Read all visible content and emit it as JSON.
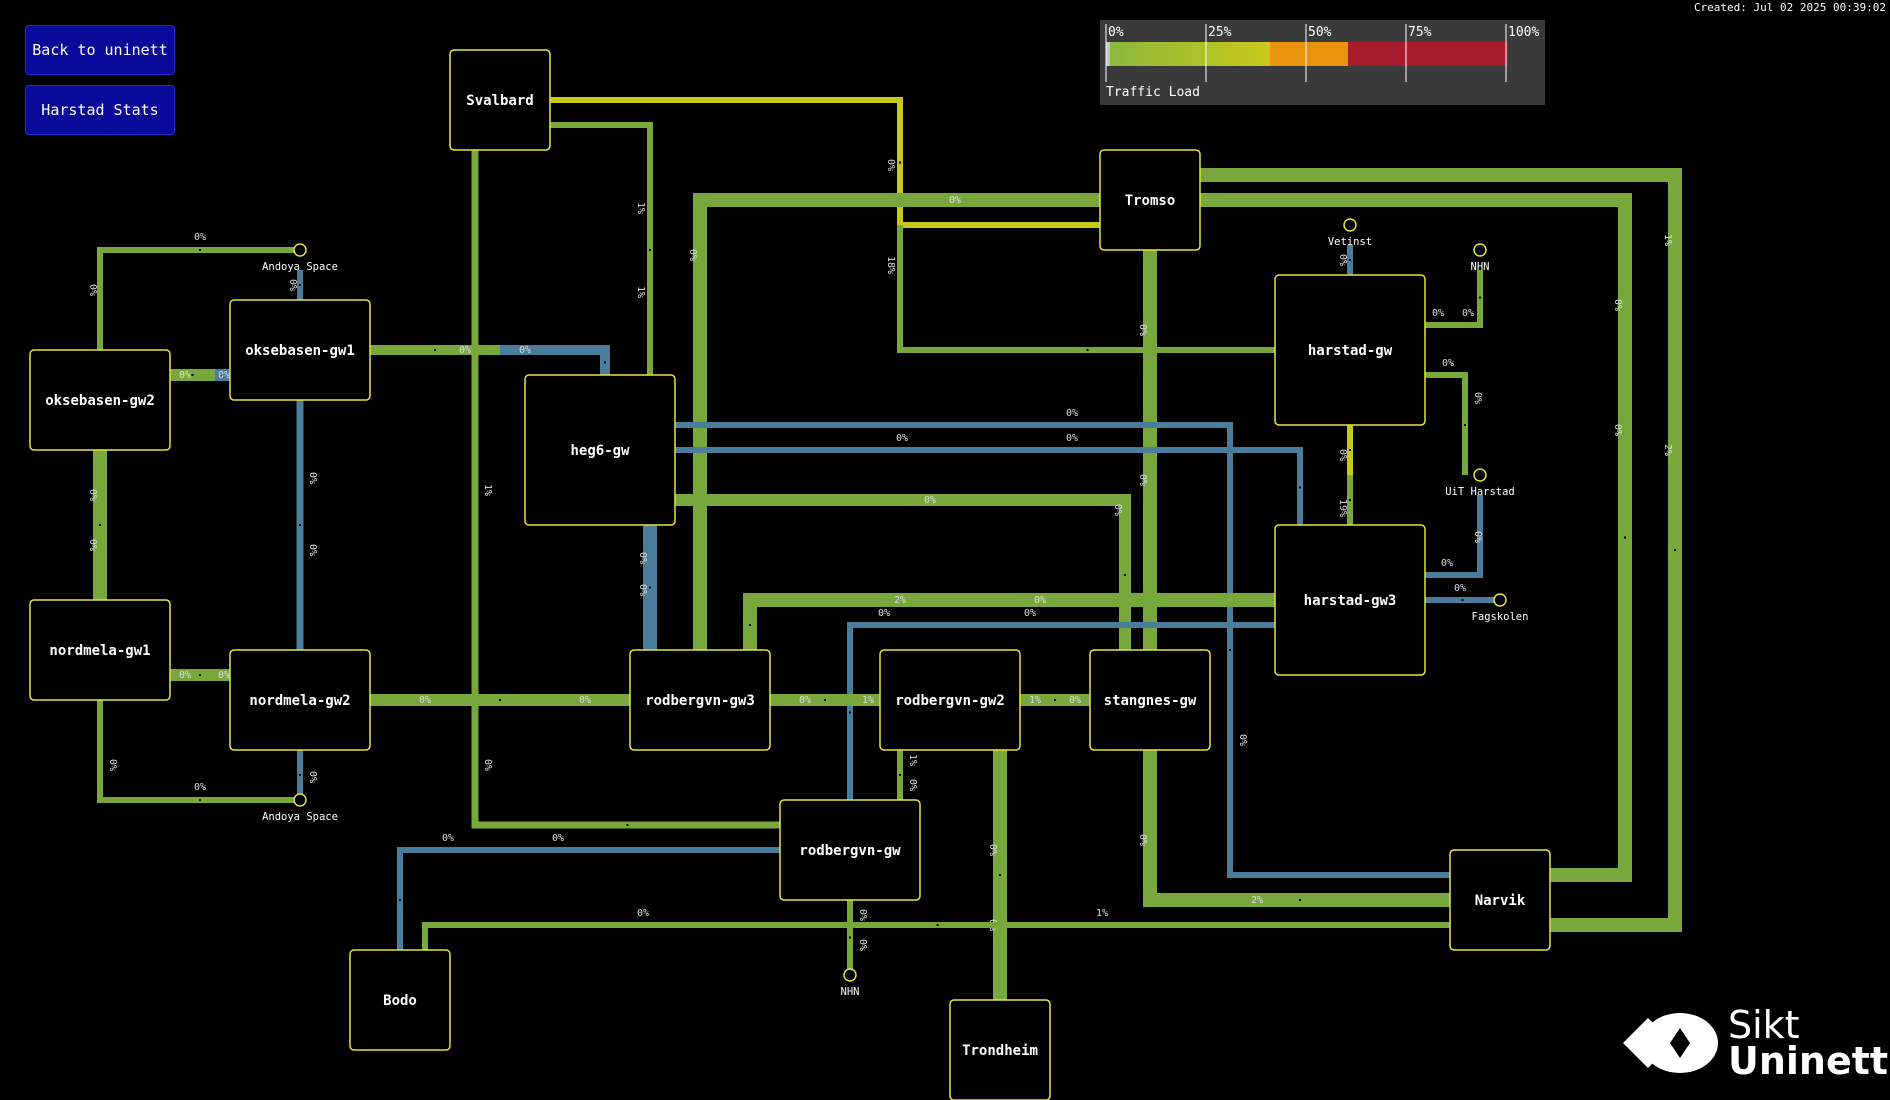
{
  "nav": {
    "back_label": "Back to uninett",
    "stats_label": "Harstad Stats"
  },
  "created": "Created: Jul 02 2025 00:39:02",
  "legend": {
    "ticks": [
      "0%",
      "25%",
      "50%",
      "75%",
      "100%"
    ],
    "title": "Traffic Load",
    "colors": [
      "#c7c7c7",
      "#8cb83c",
      "#c8c81a",
      "#e8940c",
      "#a81c2c"
    ]
  },
  "colors": {
    "green": "#78a83c",
    "blue": "#4a7d9c",
    "yellow": "#c8c818",
    "node_border": "#e4e43a"
  },
  "nodes": [
    {
      "id": "svalbard",
      "label": "Svalbard"
    },
    {
      "id": "tromso",
      "label": "Tromso"
    },
    {
      "id": "oksebasen-gw1",
      "label": "oksebasen-gw1"
    },
    {
      "id": "oksebasen-gw2",
      "label": "oksebasen-gw2"
    },
    {
      "id": "heg6-gw",
      "label": "heg6-gw"
    },
    {
      "id": "harstad-gw",
      "label": "harstad-gw"
    },
    {
      "id": "harstad-gw3",
      "label": "harstad-gw3"
    },
    {
      "id": "nordmela-gw1",
      "label": "nordmela-gw1"
    },
    {
      "id": "nordmela-gw2",
      "label": "nordmela-gw2"
    },
    {
      "id": "rodbergvn-gw3",
      "label": "rodbergvn-gw3"
    },
    {
      "id": "rodbergvn-gw2",
      "label": "rodbergvn-gw2"
    },
    {
      "id": "stangnes-gw",
      "label": "stangnes-gw"
    },
    {
      "id": "rodbergvn-gw",
      "label": "rodbergvn-gw"
    },
    {
      "id": "narvik",
      "label": "Narvik"
    },
    {
      "id": "bodo",
      "label": "Bodo"
    },
    {
      "id": "trondheim",
      "label": "Trondheim"
    }
  ],
  "endpoints": [
    {
      "id": "andoya-top",
      "label": "Andoya Space"
    },
    {
      "id": "andoya-bottom",
      "label": "Andoya Space"
    },
    {
      "id": "vetinst",
      "label": "Vetinst"
    },
    {
      "id": "nhn-top",
      "label": "NHN"
    },
    {
      "id": "uit-harstad",
      "label": "UiT Harstad"
    },
    {
      "id": "fagskolen",
      "label": "Fagskolen"
    },
    {
      "id": "nhn-bottom",
      "label": "NHN"
    }
  ],
  "links": [
    {
      "id": "svalbard-tromso",
      "labels": [
        "0%",
        "18%"
      ]
    },
    {
      "id": "svalbard-heg6",
      "labels": [
        "1%",
        "1%"
      ]
    },
    {
      "id": "svalbard-rodbergvn",
      "labels": [
        "1%",
        "0%"
      ]
    },
    {
      "id": "oksebasen-gw1-heg6",
      "labels": [
        "0%",
        "0%"
      ]
    },
    {
      "id": "oksebasen-gw2-andoya",
      "labels": [
        "0%",
        "0%"
      ]
    },
    {
      "id": "andoya-oksebasen-gw1",
      "labels": [
        "0%"
      ]
    },
    {
      "id": "oksebasen-gw2-gw1",
      "labels": [
        "0%",
        "0%"
      ]
    },
    {
      "id": "oksebasen-nordmela",
      "labels": [
        "0%",
        "0%"
      ]
    },
    {
      "id": "oksebasen-gw1-nordmela-gw2",
      "labels": [
        "0%",
        "0%"
      ]
    },
    {
      "id": "nordmela-gw1-gw2",
      "labels": [
        "0%",
        "0%"
      ]
    },
    {
      "id": "nordmela-gw1-andoya",
      "labels": [
        "0%",
        "0%"
      ]
    },
    {
      "id": "nordmela-gw2-andoya",
      "labels": [
        "0%"
      ]
    },
    {
      "id": "nordmela-gw2-rodbergvn-gw3",
      "labels": [
        "0%",
        "0%"
      ]
    },
    {
      "id": "tromso-rodbergvn-gw3",
      "labels": [
        "0%",
        "0%"
      ]
    },
    {
      "id": "tromso-stangnes",
      "labels": [
        "0%",
        "0%"
      ]
    },
    {
      "id": "tromso-narvik-inner",
      "labels": [
        "0%",
        "0%"
      ]
    },
    {
      "id": "tromso-narvik-outer",
      "labels": [
        "1%",
        "2%"
      ]
    },
    {
      "id": "heg6-rodbergvn-gw3",
      "labels": [
        "0%",
        "0%"
      ]
    },
    {
      "id": "heg6-stangnes",
      "labels": [
        "0%",
        "0%"
      ]
    },
    {
      "id": "heg6-harstad-gw3",
      "labels": [
        "0%",
        "0%"
      ]
    },
    {
      "id": "heg6-narvik",
      "labels": [
        "0%",
        "0%"
      ]
    },
    {
      "id": "harstad-gw-gw3",
      "labels": [
        "0%",
        "19%"
      ]
    },
    {
      "id": "harstad-gw-vetinst",
      "labels": [
        "0%"
      ]
    },
    {
      "id": "harstad-gw-nhn",
      "labels": [
        "0%",
        "0%"
      ]
    },
    {
      "id": "harstad-gw-uit",
      "labels": [
        "0%",
        "0%"
      ]
    },
    {
      "id": "harstad-gw3-uit",
      "labels": [
        "0%",
        "0%"
      ]
    },
    {
      "id": "harstad-gw3-fagskolen",
      "labels": [
        "0%"
      ]
    },
    {
      "id": "harstad-gw3-rodbergvn-gw3",
      "labels": [
        "2%",
        "0%"
      ]
    },
    {
      "id": "harstad-gw3-rodbergvn-gw",
      "labels": [
        "0%",
        "0%"
      ]
    },
    {
      "id": "rodbergvn-gw3-gw2",
      "labels": [
        "0%",
        "1%"
      ]
    },
    {
      "id": "rodbergvn-gw2-stangnes",
      "labels": [
        "1%",
        "0%"
      ]
    },
    {
      "id": "rodbergvn-gw2-gw",
      "labels": [
        "1%",
        "0%"
      ]
    },
    {
      "id": "rodbergvn-gw2-trondheim",
      "labels": [
        "0%",
        "0%"
      ]
    },
    {
      "id": "stangnes-narvik",
      "labels": [
        "0%",
        "2%"
      ]
    },
    {
      "id": "rodbergvn-gw-bodo",
      "labels": [
        "0%",
        "0%"
      ]
    },
    {
      "id": "rodbergvn-gw-nhn",
      "labels": [
        "0%",
        "0%"
      ]
    },
    {
      "id": "bodo-narvik",
      "labels": [
        "0%",
        "1%"
      ]
    }
  ],
  "logo": {
    "line1": "Sikt",
    "line2": "Uninett"
  }
}
